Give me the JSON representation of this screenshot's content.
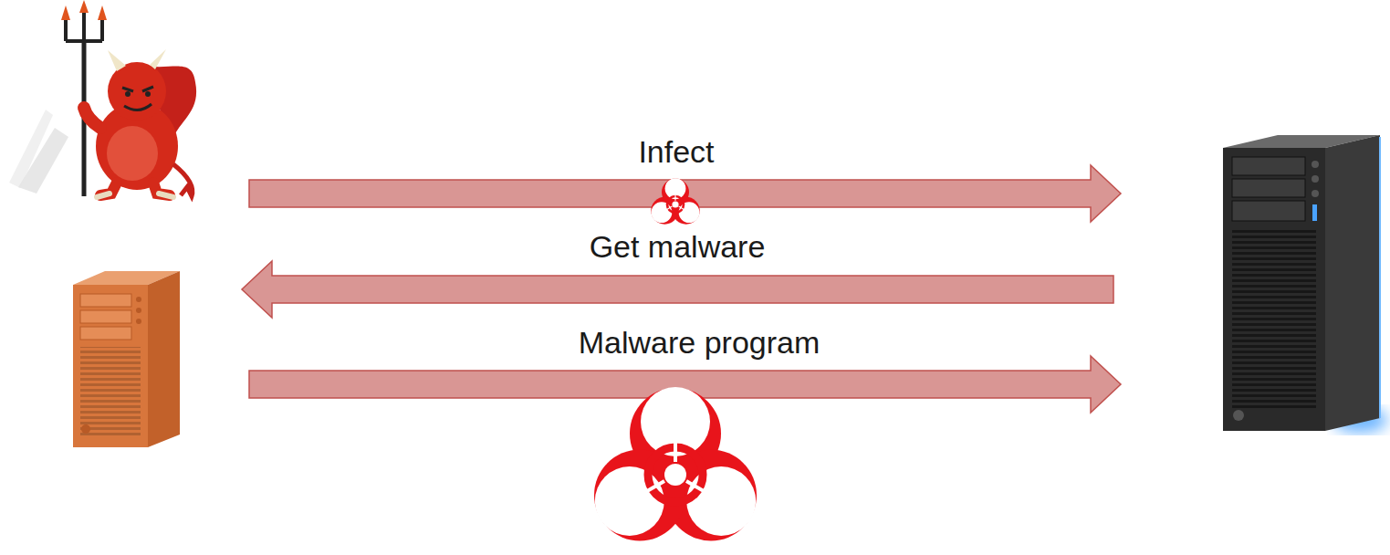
{
  "diagram": {
    "labels": [
      "Infect",
      "Get malware",
      "Malware program"
    ]
  }
}
